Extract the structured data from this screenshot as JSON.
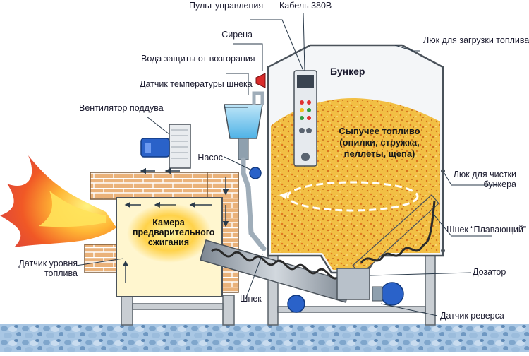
{
  "colors": {
    "flame_outer": "#e8401c",
    "flame_inner": "#ffd23a",
    "brick": "#e8a96a",
    "fuel": "#f0b93a",
    "steel": "#9aa3ad",
    "ground": "#8fb6d8",
    "pipe": "#b8c3cc",
    "water": "#7ecbf0"
  },
  "labels": {
    "remote_control": "Пульт управления",
    "cable": "Кабель 380В",
    "siren": "Сирена",
    "water_protection": "Вода защиты от возгорания",
    "auger_temp_sensor": "Датчик температуры шнека",
    "blower_fan": "Вентилятор поддува",
    "pump": "Насос",
    "load_hatch": "Люк для загрузки топлива",
    "bunker": "Бункер",
    "bulk_fuel": "Сыпучее топливо (опилки, стружка, пеллеты, щепа)",
    "cleaning_hatch": "Люк для чистки бункера",
    "floating_auger": "Шнек “Плавающий”",
    "dispenser": "Дозатор",
    "reverse_sensor": "Датчик реверса",
    "auger": "Шнек",
    "fuel_level_sensor": "Датчик уровня топлива",
    "prechamber": "Камера предварительного сжигания"
  }
}
